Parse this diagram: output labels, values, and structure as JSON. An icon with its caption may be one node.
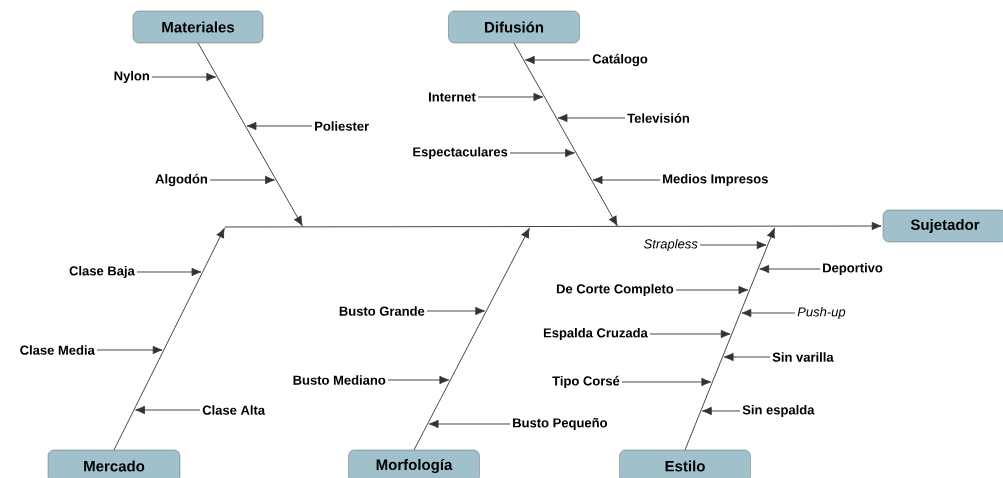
{
  "diagram": {
    "nodes": [
      {
        "text": [
          "Materiales"
        ]
      },
      {
        "text": [
          "Nylon"
        ]
      },
      {
        "text": [
          "Poliester"
        ]
      },
      {
        "text": [
          "Algodón"
        ]
      },
      {
        "text": [
          "Difusión"
        ]
      },
      {
        "text": [
          "Catálogo"
        ]
      },
      {
        "text": [
          "Internet"
        ]
      },
      {
        "text": [
          "Televisión"
        ]
      },
      {
        "text": [
          "Espectaculares"
        ]
      },
      {
        "text": [
          "Medios Impresos"
        ]
      },
      {
        "text": [
          "Sujetador"
        ]
      },
      {
        "text": [
          "Mercado"
        ]
      },
      {
        "text": [
          "Clase Baja"
        ]
      },
      {
        "text": [
          "Clase Media"
        ]
      },
      {
        "text": [
          "Clase Alta"
        ]
      },
      {
        "text": [
          "Morfología"
        ]
      },
      {
        "text": [
          "Busto Grande"
        ]
      },
      {
        "text": [
          "Busto Mediano"
        ]
      },
      {
        "text": [
          "Busto Pequeño"
        ]
      },
      {
        "text": [
          "Estilo"
        ]
      },
      {
        "text": [
          "Strapless"
        ]
      },
      {
        "text": [
          "Deportivo"
        ]
      },
      {
        "text": [
          "De Corte Completo"
        ]
      },
      {
        "text": [
          "Push-up"
        ]
      },
      {
        "text": [
          "Espalda Cruzada"
        ]
      },
      {
        "text": [
          "Sin varilla"
        ]
      },
      {
        "text": [
          "Tipo Corsé"
        ]
      },
      {
        "text": [
          "Sin espalda"
        ]
      }
    ],
    "edges": [
      {
        "from": null,
        "to": 10,
        "arrow": "to"
      },
      {
        "from": 0,
        "to": null,
        "arrow": "to"
      },
      {
        "from": 4,
        "to": null,
        "arrow": "to"
      },
      {
        "from": 11,
        "to": null,
        "arrow": "to"
      },
      {
        "from": 15,
        "to": null,
        "arrow": "to"
      },
      {
        "from": 19,
        "to": null,
        "arrow": "to"
      },
      {
        "from": 1,
        "to": null,
        "arrow": "to"
      },
      {
        "from": 2,
        "to": null,
        "arrow": "to"
      },
      {
        "from": 3,
        "to": null,
        "arrow": "to"
      },
      {
        "from": 5,
        "to": null,
        "arrow": "to"
      },
      {
        "from": 6,
        "to": null,
        "arrow": "to"
      },
      {
        "from": 7,
        "to": null,
        "arrow": "to"
      },
      {
        "from": 8,
        "to": null,
        "arrow": "to"
      },
      {
        "from": 9,
        "to": null,
        "arrow": "to"
      },
      {
        "from": 12,
        "to": null,
        "arrow": "to"
      },
      {
        "from": 13,
        "to": null,
        "arrow": "to"
      },
      {
        "from": 14,
        "to": null,
        "arrow": "to"
      },
      {
        "from": 16,
        "to": null,
        "arrow": "to"
      },
      {
        "from": 17,
        "to": null,
        "arrow": "to"
      },
      {
        "from": 18,
        "to": null,
        "arrow": "to"
      },
      {
        "from": 20,
        "to": null,
        "arrow": "to"
      },
      {
        "from": 21,
        "to": null,
        "arrow": "to"
      },
      {
        "from": 22,
        "to": null,
        "arrow": "to"
      },
      {
        "from": 23,
        "to": null,
        "arrow": "to"
      },
      {
        "from": 24,
        "to": null,
        "arrow": "to"
      },
      {
        "from": 25,
        "to": null,
        "arrow": "to"
      },
      {
        "from": 26,
        "to": null,
        "arrow": "to"
      },
      {
        "from": 27,
        "to": null,
        "arrow": "to"
      }
    ]
  }
}
